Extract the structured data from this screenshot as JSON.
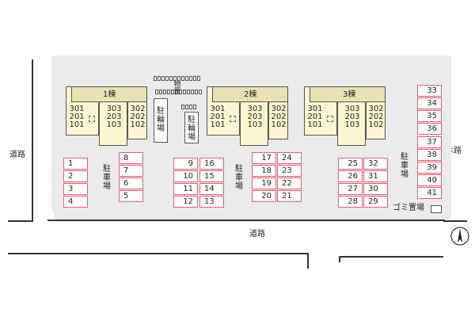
{
  "roads": {
    "west_label": "道路",
    "south_label": "道路",
    "east_label": "水路"
  },
  "buildings": [
    {
      "name": "1棟",
      "left_units": [
        "301",
        "201",
        "101"
      ],
      "right_units": [
        "303",
        "203",
        "103"
      ],
      "end_units": [
        "302",
        "202",
        "102"
      ]
    },
    {
      "name": "2棟",
      "left_units": [
        "301",
        "201",
        "101"
      ],
      "right_units": [
        "303",
        "203",
        "103"
      ],
      "end_units": [
        "302",
        "202",
        "102"
      ]
    },
    {
      "name": "3棟",
      "left_units": [
        "301",
        "201",
        "101"
      ],
      "right_units": [
        "303",
        "203",
        "103"
      ],
      "end_units": [
        "302",
        "202",
        "102"
      ]
    }
  ],
  "facilities": {
    "storage": "物置",
    "bike_parking_1": "駐輪場",
    "bike_parking_2": "駐輪場",
    "parking_1": "駐車場",
    "parking_2": "駐車場",
    "parking_3": "駐車場",
    "garbage": "ゴミ置場"
  },
  "parking_stalls": {
    "group_a": [
      "1",
      "2",
      "3",
      "4",
      "8",
      "7",
      "6",
      "5"
    ],
    "group_b": [
      "9",
      "10",
      "11",
      "12",
      "16",
      "15",
      "14",
      "13"
    ],
    "group_c": [
      "17",
      "18",
      "19",
      "20",
      "24",
      "23",
      "22",
      "21"
    ],
    "group_d": [
      "25",
      "26",
      "27",
      "28",
      "32",
      "31",
      "30",
      "29"
    ],
    "group_e": [
      "33",
      "34",
      "35",
      "36",
      "37",
      "38",
      "39",
      "40",
      "41"
    ]
  },
  "compass": {
    "label": "N"
  },
  "colors": {
    "lot": "#ebebeb",
    "building": "#fbf7d2",
    "stall_border": "#e0607a"
  }
}
